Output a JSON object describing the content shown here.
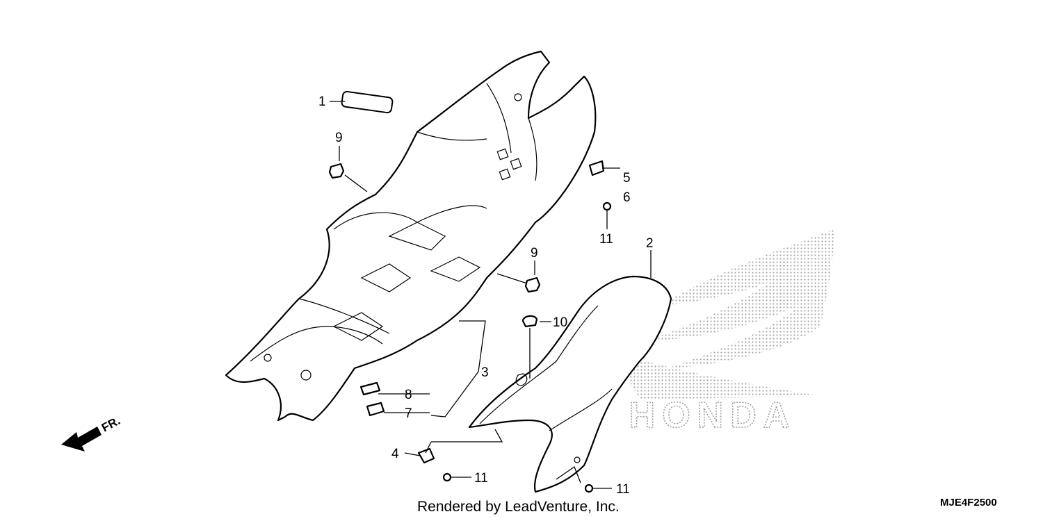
{
  "footer": {
    "rendered_by": "Rendered by LeadVenture, Inc."
  },
  "diagram_code": "MJE4F2500",
  "direction_label": "FR.",
  "watermark": {
    "brand": "HONDA",
    "wing_color": "#d0d0d0"
  },
  "callouts": {
    "c1": "1",
    "c2": "2",
    "c3": "3",
    "c4": "4",
    "c5": "5",
    "c6": "6",
    "c7": "7",
    "c8": "8",
    "c9a": "9",
    "c9b": "9",
    "c10": "10",
    "c11a": "11",
    "c11b": "11",
    "c11c": "11"
  }
}
